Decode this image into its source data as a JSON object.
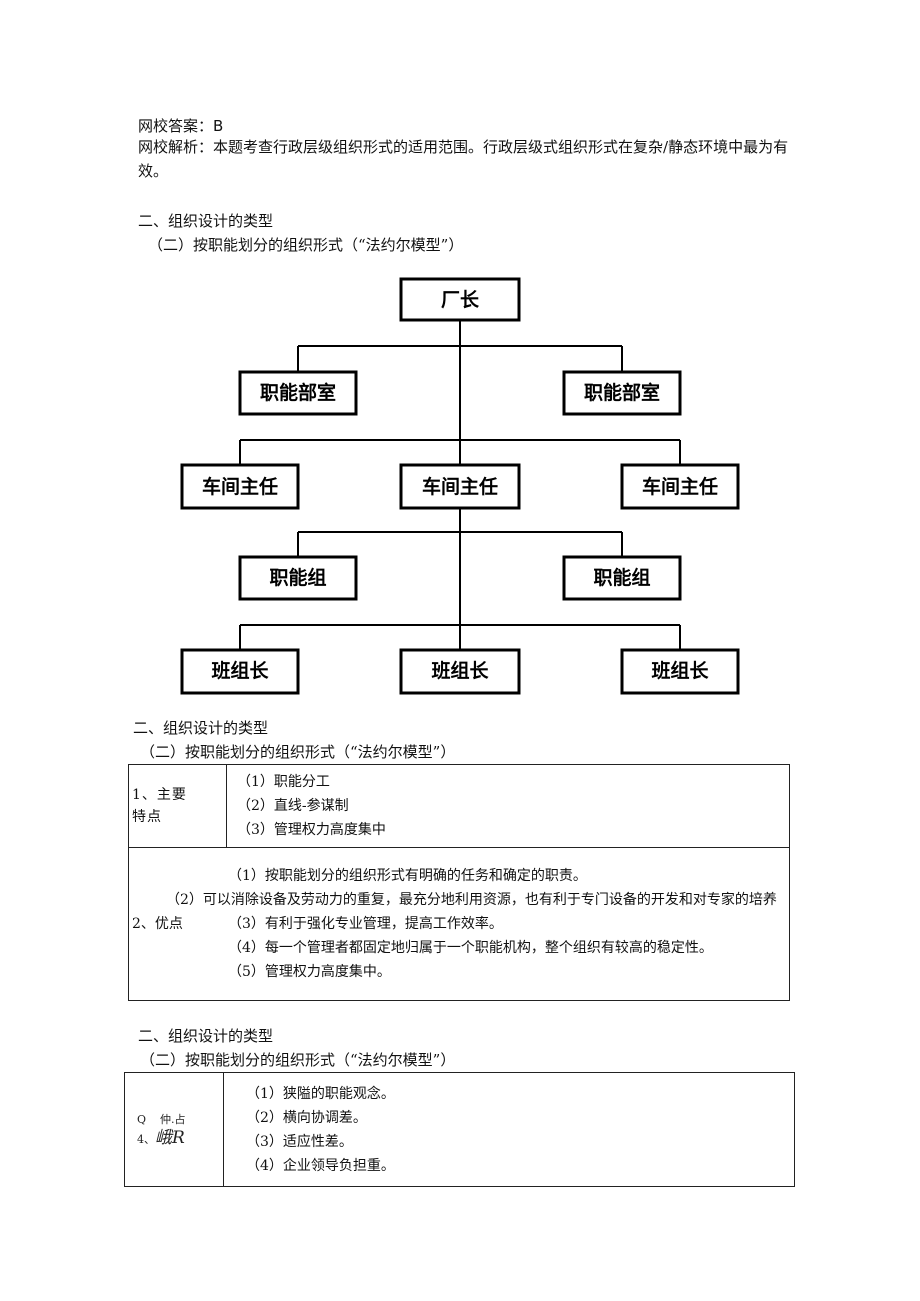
{
  "answer": {
    "label": "网校答案：",
    "value": "B"
  },
  "analysis": {
    "label": "网校解析：",
    "text": "本题考查行政层级组织形式的适用范围。行政层级式组织形式在复杂/静态环境中最为有效。"
  },
  "sections": [
    {
      "heading": "二、组织设计的类型",
      "subheading": "（二）按职能划分的组织形式（“法约尔模型”）"
    },
    {
      "heading": "二、组织设计的类型",
      "subheading": "（二）按职能划分的组织形式（“法约尔模型”）"
    },
    {
      "heading": "二、组织设计的类型",
      "subheading": "（二）按职能划分的组织形式（“法约尔模型”）"
    }
  ],
  "org_chart": {
    "root": "厂长",
    "functional_departments": [
      "职能部室",
      "职能部室"
    ],
    "workshop_directors": [
      "车间主任",
      "车间主任",
      "车间主任"
    ],
    "functional_groups": [
      "职能组",
      "职能组"
    ],
    "team_leaders": [
      "班组长",
      "班组长",
      "班组长"
    ]
  },
  "table1": {
    "rows": [
      {
        "label": "1、主要特点",
        "items": [
          "（1）职能分工",
          "（2）直线-参谋制",
          "（3）管理权力高度集中"
        ]
      },
      {
        "label": "2、优点",
        "items": [
          "（1）按职能划分的组织形式有明确的任务和确定的职责。",
          "（2）可以消除设备及劳动力的重复，最充分地利用资源，也有利于专门设备的开发和对专家的培养",
          "（3）有利于强化专业管理，提高工作效率。",
          "（4）每一个管理者都固定地归属于一个职能机构，整个组织有较高的稳定性。",
          "（5）管理权力高度集中。"
        ]
      }
    ]
  },
  "table2": {
    "label_line1": "Q    仲.占",
    "label_line2_prefix": "4、",
    "label_line2_big": "峨R",
    "items": [
      "（1）狭隘的职能观念。",
      "（2）横向协调差。",
      "（3）适应性差。",
      "（4）企业领导负担重。"
    ]
  }
}
